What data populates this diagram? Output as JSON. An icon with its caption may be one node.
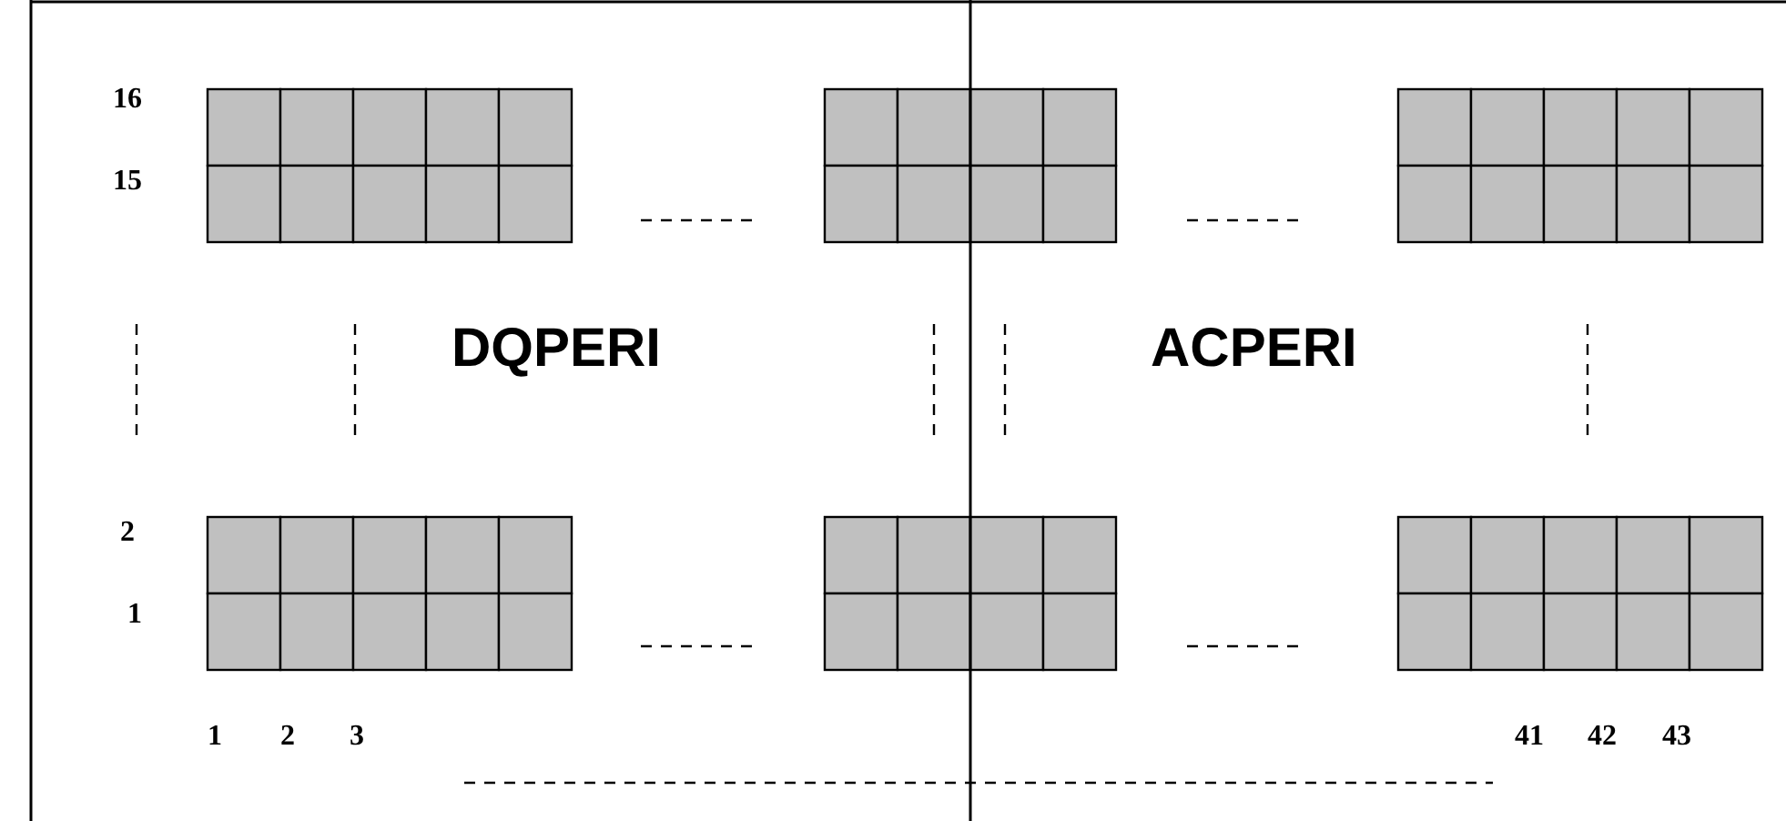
{
  "diagram": {
    "labels": [
      "16",
      "15",
      "DQPERI",
      "ACPERI",
      "2",
      "1",
      "1",
      "2",
      "3",
      "41",
      "42",
      "43"
    ]
  }
}
